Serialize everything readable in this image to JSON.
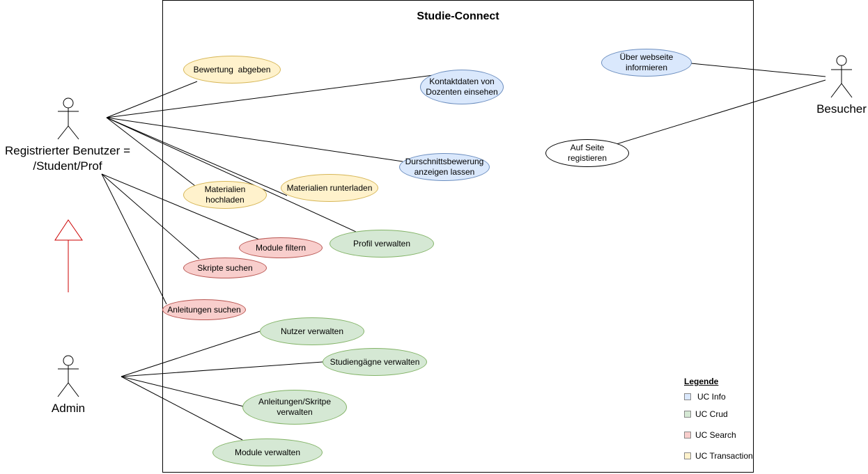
{
  "system": {
    "title": "Studie-Connect"
  },
  "actors": {
    "registered": {
      "label": "Registrierter Benutzer =\n/Student/Prof"
    },
    "admin": {
      "label": "Admin"
    },
    "visitor": {
      "label": "Besucher"
    }
  },
  "use_cases": {
    "bewertung": "Bewertung  abgeben",
    "kontaktdaten": "Kontaktdaten von Dozenten einsehen",
    "durchschnitt": "Durschnittsbewerung anzeigen lassen",
    "mat_hoch": "Materialien hochladen",
    "mat_runter": "Materialien runterladen",
    "module_filtern": "Module filtern",
    "profil": "Profil verwalten",
    "skripte": "Skripte suchen",
    "anleitungen_suchen": "Anleitungen suchen",
    "nutzer": "Nutzer verwalten",
    "studiengaenge": "Studiengägne verwalten",
    "anleitungen_verwalten": "Anleitungen/Skritpe verwalten",
    "module_verwalten": "Module verwalten",
    "ueber": "Über webseite informieren",
    "registrieren": "Auf Seite registieren"
  },
  "legend": {
    "title": "Legende",
    "items": [
      {
        "label": "UC Info",
        "color": "#dae8fc"
      },
      {
        "label": "UC Crud",
        "color": "#d5e8d4"
      },
      {
        "label": "UC Search",
        "color": "#f8cecc"
      },
      {
        "label": "UC Transaction",
        "color": "#fff2cc"
      }
    ]
  },
  "colors": {
    "info": "#dae8fc",
    "crud": "#d5e8d4",
    "search": "#f8cecc",
    "transaction": "#fff2cc",
    "generalization": "#cc0000"
  }
}
